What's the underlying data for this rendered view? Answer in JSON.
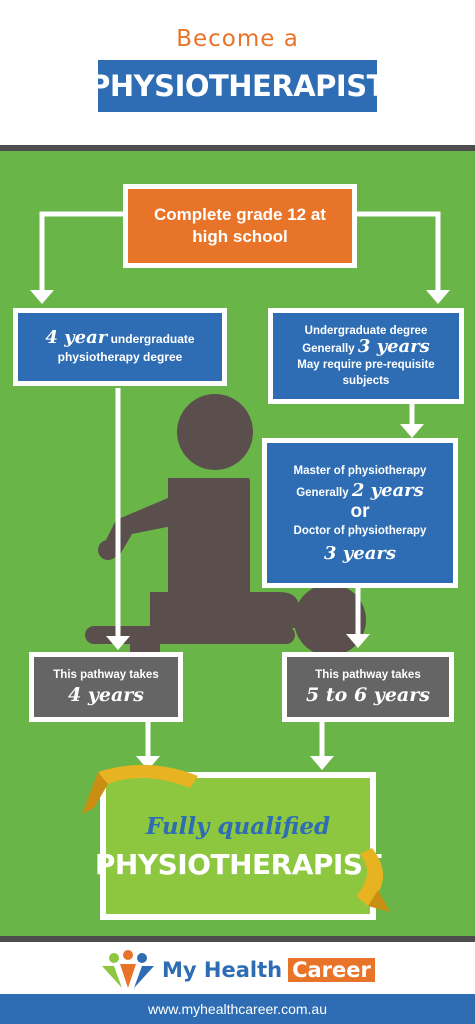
{
  "header": {
    "intro": "Become a",
    "title": "PHYSIOTHERAPIST"
  },
  "steps": {
    "start": "Complete grade 12 at high school",
    "left_degree": {
      "years": "4 year",
      "rest": "undergraduate physiotherapy degree"
    },
    "right_degree": {
      "line1": "Undergraduate degree",
      "generally": "Generally",
      "years": "3 years",
      "line3": "May require pre-requisite subjects"
    },
    "master": {
      "line1": "Master of physiotherapy",
      "generally": "Generally",
      "years": "2 years",
      "or": "or",
      "line3": "Doctor of physiotherapy",
      "years2": "3 years"
    },
    "left_path": {
      "label": "This pathway takes",
      "duration": "4 years"
    },
    "right_path": {
      "label": "This pathway takes",
      "duration": "5 to 6  years"
    },
    "final": {
      "line1": "Fully qualified",
      "line2": "PHYSIOTHERAPIST"
    }
  },
  "footer": {
    "brand1": "My Health",
    "brand2": "Career",
    "url": "www.myhealthcareer.com.au"
  },
  "colors": {
    "green": "#6ab547",
    "orange": "#e8742a",
    "blue": "#2e6db4",
    "grey": "#656565",
    "lime": "#8dc63f",
    "figure": "#5a4f4c",
    "ribbon": "#e8b320"
  },
  "icons": [
    "person-at-desk-icon",
    "ribbon-icon",
    "people-logo-icon",
    "arrow-down-icon"
  ]
}
